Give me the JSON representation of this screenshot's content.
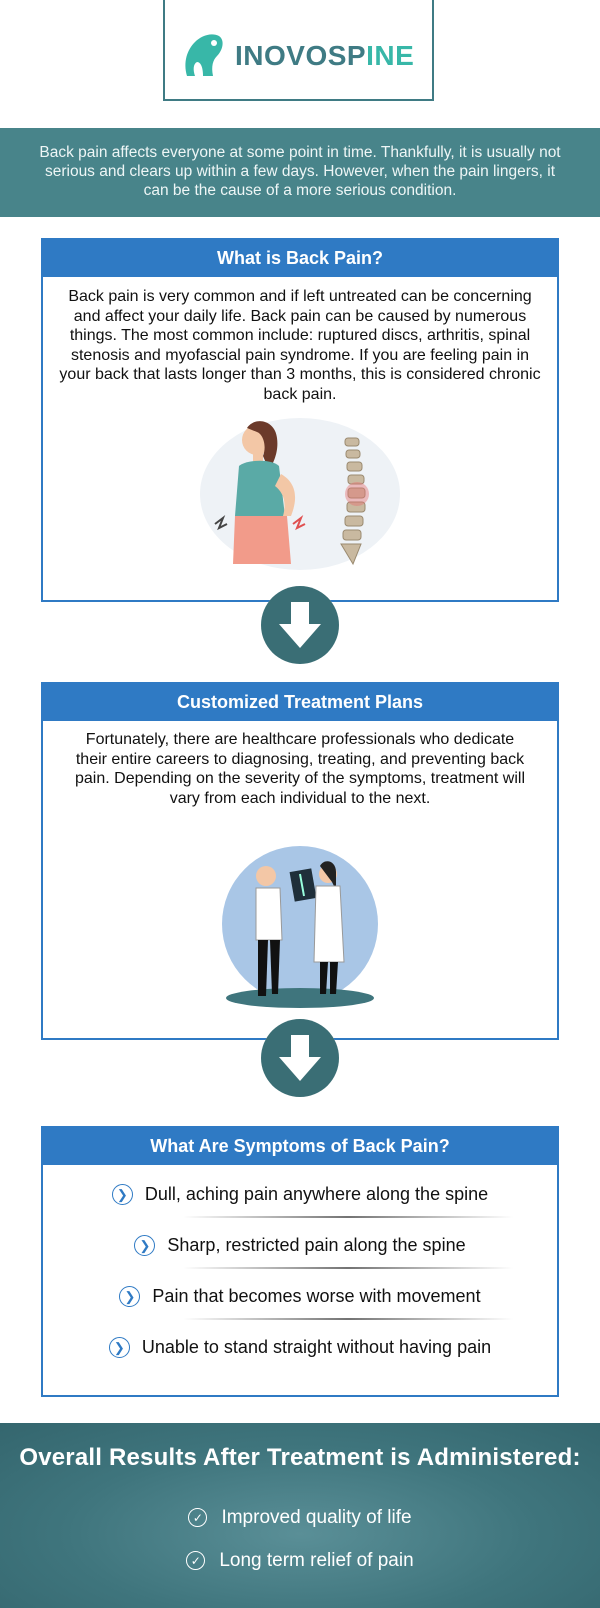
{
  "brand": {
    "name_part1": "INOVOSP",
    "name_part2": "INE",
    "accent": "#38b7a8",
    "dark": "#3f7b84"
  },
  "intro": {
    "text": "Back pain affects everyone at some point in time. Thankfully, it is usually not serious and clears up within a few days. However, when the pain lingers, it can be the cause of a more serious condition."
  },
  "section1": {
    "title": "What is Back Pain?",
    "body": "Back pain is very common and if left untreated can be concerning and affect your daily life. Back pain can be caused by numerous things. The most common include: ruptured discs, arthritis, spinal stenosis and myofascial pain syndrome. If you are feeling pain in your back that lasts longer than 3 months, this is considered chronic back pain."
  },
  "section2": {
    "title": "Customized Treatment Plans",
    "body": "Fortunately, there are healthcare professionals who dedicate their entire careers to diagnosing, treating, and preventing back pain. Depending on the severity of the symptoms, treatment will vary from each individual to the next."
  },
  "section3": {
    "title": "What Are Symptoms of Back Pain?",
    "items": [
      "Dull, aching pain anywhere along the spine",
      "Sharp, restricted pain along the spine",
      "Pain that becomes worse with movement",
      "Unable to stand straight without having pain"
    ]
  },
  "results": {
    "title": "Overall Results After Treatment is Administered:",
    "items": [
      "Improved quality of life",
      "Long term relief of pain"
    ]
  },
  "colors": {
    "primary_blue": "#2f7ac4",
    "teal_band": "#48848a",
    "arrow": "#3a6e75"
  }
}
